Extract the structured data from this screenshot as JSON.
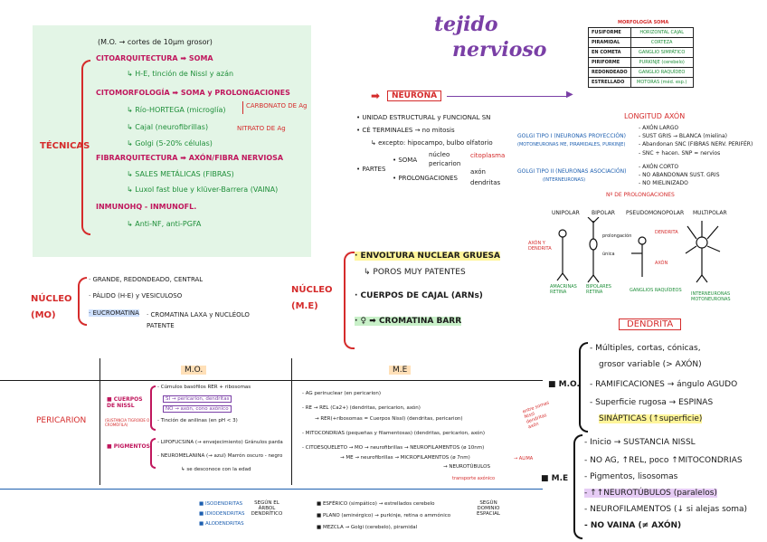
{
  "title": {
    "line1": "tejido",
    "line2": "nervioso"
  },
  "tecnicas": {
    "label": "TÉCNICAS",
    "mo_note": "(M.O. → cortes de 10µm grosor)",
    "items": [
      {
        "head": "CITOARQUITECTURA ➡ SOMA",
        "sub": [
          "↳ H-E, tinción de Nissl y azán"
        ]
      },
      {
        "head": "CITOMORFOLOGÍA ➡ SOMA y PROLONGACIONES",
        "sub": [
          "↳ Río-HORTEGA (microglía)",
          "↳ Cajal (neurofibrillas)",
          "↳ Golgi (5-20% células)"
        ]
      },
      {
        "head": "FIBRARQUITECTURA ➡ AXÓN/FIBRA NERVIOSA",
        "sub": [
          "↳ SALES METÁLICAS (FIBRAS)",
          "↳ Luxol fast blue y klüver-Barrera (VAINA)"
        ]
      },
      {
        "head": "INMUNOHQ - INMUNOFL.",
        "sub": [
          "↳ Anti-NF, anti-PGFA"
        ]
      }
    ],
    "carbonato": "CARBONATO DE Ag",
    "nitrato": "NITRATO DE Ag"
  },
  "neurona": {
    "label": "NEURONA",
    "lines": [
      "• UNIDAD ESTRUCTURAL y FUNCIONAL SN",
      "• CÉ TERMINALES → no mitosis",
      "↳ excepto: hipocampo, bulbo olfatorio"
    ],
    "partes": "• PARTES",
    "soma": "• SOMA",
    "nucleo": "núcleo",
    "pericarion": "pericarion",
    "citoplasma": "citoplasma",
    "prolongaciones": "• PROLONGACIONES",
    "axon": "axón",
    "dendritas": "dendritas"
  },
  "morfologia": {
    "title": "MORFOLOGÍA SOMA",
    "rows": [
      [
        "FUSIFORME",
        "HORIZONTAL CAJAL"
      ],
      [
        "PIRAMIDAL",
        "CORTEZA"
      ],
      [
        "EN COMETA",
        "GANGLIO SIMPÁTICO"
      ],
      [
        "PIRIFORME",
        "PURKINJE (cerebelo)"
      ],
      [
        "REDONDEADO",
        "GANGLIO RAQUÍDEO"
      ],
      [
        "ESTRELLADO",
        "MOTORAS (méd. esp.)"
      ]
    ]
  },
  "longitud": {
    "title": "LONGITUD AXÓN",
    "golgi1": "GOLGI TIPO I (NEURONAS PROYECCIÓN)",
    "golgi1_sub": "(MOTONEURONAS ME, PIRAMIDALES, PURKINJE)",
    "golgi2": "GOLGI TIPO II (NEURONAS ASOCIACIÓN)",
    "golgi2_sub": "(INTERNEURONAS)",
    "l1": [
      "- AXÓN LARGO",
      "- SUST GRIS → BLANCA (mielina)",
      "- Abandonan SNC (FIBRAS NERV. PERIFÉR)",
      "- SNC + hacen. SNP = nervios"
    ],
    "l2": [
      "- AXÓN CORTO",
      "- NO ABANDONAN SUST. GRIS",
      "- NO MIELINIZADO"
    ]
  },
  "prolong": {
    "title": "Nº DE PROLONGACIONES",
    "types": [
      "UNIPOLAR",
      "BIPOLAR",
      "PSEUDOMONOPOLAR",
      "MULTIPOLAR"
    ],
    "labels": [
      "AMACRINAS RETINA",
      "BIPOLARES RETINA",
      "GANGLIOS RAQUÍDEOS",
      "INTERNEURONAS MOTONEURONAS"
    ],
    "side": [
      "AXÓN Y DENDRITA",
      "DENDRITA",
      "AXÓN"
    ],
    "extra": [
      "prolongación",
      "única"
    ]
  },
  "nucleo_mo": {
    "label": "NÚCLEO (MO)",
    "items": [
      "· GRANDE, REDONDEADO, CENTRAL",
      "· PÁLIDO (H-E) y VESICULOSO",
      "· EUCROMATINA",
      "· CROMATINA LAXA y NUCLÉOLO PATENTE"
    ]
  },
  "nucleo_me": {
    "label": "NÚCLEO (M.E)",
    "items": [
      "· ENVOLTURA NUCLEAR GRUESA",
      "↳ POROS MUY PATENTES",
      "· CUERPOS DE CAJAL (ARNs)",
      "· ♀ ➡ CROMATINA BARR"
    ]
  },
  "table": {
    "col_mo": "M.O.",
    "col_me": "M.E",
    "pericarion": "PERICARION",
    "nissl": "■ CUERPOS DE NISSL",
    "nissl_sub": "(SUSTANCIA TIGROIDE O CROMÓFILA)",
    "nissl_mo": [
      "- Cúmulos basófilos RER + ribosomas",
      "SÍ → pericarion, dendritas",
      "NO → axón, cono axónico",
      "- Tinción de anilinas (en pH < 3)"
    ],
    "pigmentos": "■ PIGMENTOS",
    "pigm_mo": [
      "- LIPOFUCSINA (→ envejecimiento) Gránulos parda",
      "- NEUROMELANINA (→ azul) Marrón oscuro - negro",
      "↳ se desconoce con la edad"
    ],
    "me": [
      "- AG perinuclear (en pericarion)",
      "- RE → REL (Ca2+) (dendritas, pericarion, axón)",
      "→ RER(+ribosomas = Cuerpos Nissl) (dendritas, pericarion)",
      "- MITOCONDRIAS (pequeñas y filamentosas) (dendritas, pericarion, axón)",
      "- CITOESQUELETO → MO → neurofibrillas → NEUROFILAMENTOS (ø 10nm)",
      "→ ME → neurofibrillas → MICROFILAMENTOS (ø 7nm)",
      "→ NEUROTÚBULOS",
      "transporte axónico"
    ],
    "side_note": "entre somas Nissl dendritas axón",
    "alima": "→ ALIMA",
    "bottom_left": [
      "■ ISODENDRITAS",
      "■ IDIODENDRITAS",
      "■ ALODENDRITAS"
    ],
    "bottom_mid": "SEGÚN EL ÁRBOL DENDRÍTICO",
    "bottom_right": [
      "■ ESFÉRICO (simpático) → estrellados cerebelo",
      "■ PLANO (aminérgico) → purkinje, retina o ammónico",
      "■ MEZCLA → Golgi (cerebelo), piramidal"
    ],
    "bottom_right_label": "SEGÚN DOMINIO ESPACIAL"
  },
  "dendrita": {
    "label": "DENDRITA",
    "mo": "■ M.O.",
    "me": "■ M.E",
    "mo_items": [
      "- Múltiples, cortas, cónicas,",
      "grosor variable (> AXÓN)",
      "- RAMIFICACIONES → ángulo AGUDO",
      "- Superficie rugosa → ESPINAS",
      "SINÁPTICAS (↑superficie)"
    ],
    "me_items": [
      "- Inicio → SUSTANCIA NISSL",
      "- NO AG, ↑REL, poco ↑MITOCONDRIAS",
      "- Pigmentos, lisosomas",
      "- ↑↑NEUROTÚBULOS (paralelos)",
      "- NEUROFILAMENTOS (↓ si alejas soma)",
      "- NO VAINA (≠ AXÓN)"
    ]
  }
}
